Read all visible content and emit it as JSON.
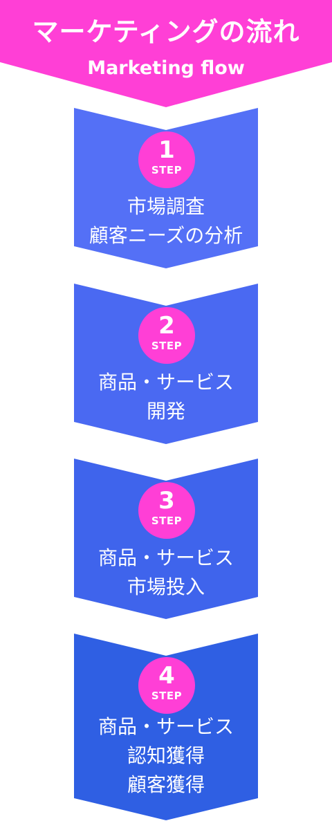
{
  "header": {
    "title": "マーケティングの流れ",
    "subtitle": "Marketing flow",
    "color": "#ff3fd6"
  },
  "badge_color": "#ff3fd6",
  "steps": [
    {
      "number": "1",
      "label": "STEP",
      "lines": [
        "市場調査",
        "顧客ニーズの分析"
      ],
      "color": "#5470f6"
    },
    {
      "number": "2",
      "label": "STEP",
      "lines": [
        "商品・サービス",
        "開発"
      ],
      "color": "#4a69f2"
    },
    {
      "number": "3",
      "label": "STEP",
      "lines": [
        "商品・サービス",
        "市場投入"
      ],
      "color": "#3f64ec"
    },
    {
      "number": "4",
      "label": "STEP",
      "lines": [
        "商品・サービス",
        "認知獲得",
        "顧客獲得"
      ],
      "color": "#2f5fe3"
    }
  ]
}
